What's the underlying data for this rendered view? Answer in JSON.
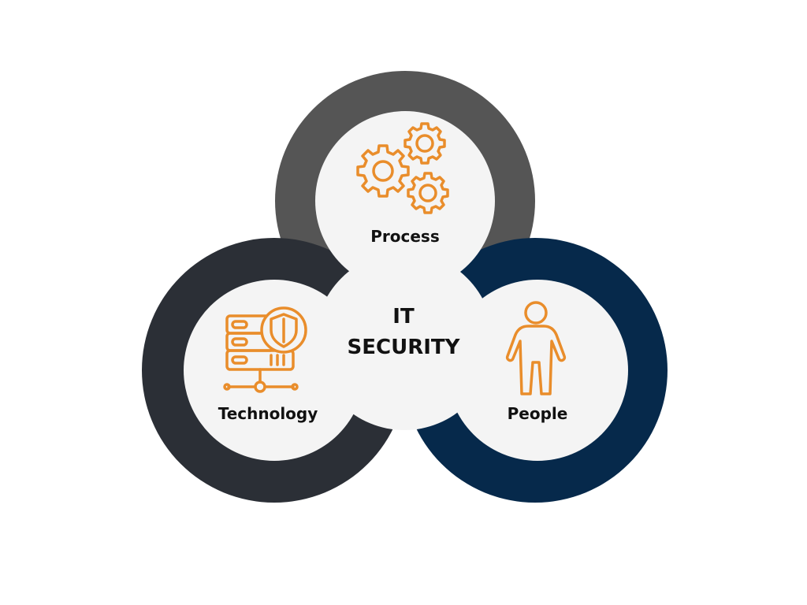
{
  "title": {
    "line1": "IT",
    "line2": "SECURITY"
  },
  "pillars": {
    "process": {
      "label": "Process",
      "ring_color": "#555555",
      "icon": "gears-icon"
    },
    "technology": {
      "label": "Technology",
      "ring_color": "#2b2f36",
      "icon": "server-shield-icon"
    },
    "people": {
      "label": "People",
      "ring_color": "#06294b",
      "icon": "person-icon"
    }
  },
  "colors": {
    "disk_fill": "#f4f4f4",
    "icon_accent": "#e98d2b",
    "text": "#111111"
  }
}
